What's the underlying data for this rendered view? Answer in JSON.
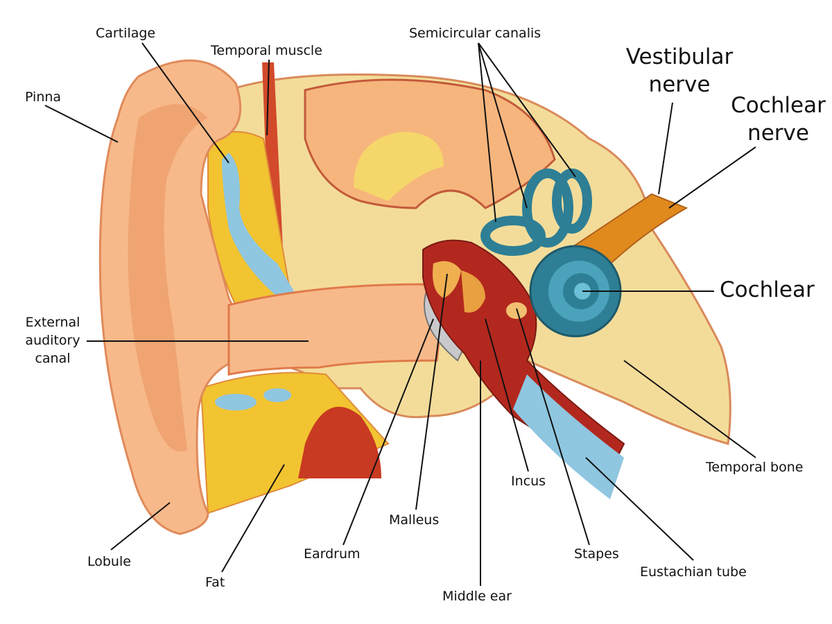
{
  "labels": {
    "cartilage": "Cartilage",
    "temporal_muscle": "Temporal muscle",
    "semicircular": "Semicircular canalis",
    "vestibular_nerve_1": "Vestibular",
    "vestibular_nerve_2": "nerve",
    "cochlear_nerve_1": "Cochlear",
    "cochlear_nerve_2": "nerve",
    "pinna": "Pinna",
    "cochlear": "Cochlear",
    "ext_canal_1": "External",
    "ext_canal_2": "auditory",
    "ext_canal_3": "canal",
    "temporal_bone": "Temporal bone",
    "incus": "Incus",
    "malleus": "Malleus",
    "eardrum": "Eardrum",
    "stapes": "Stapes",
    "eustachian": "Eustachian tube",
    "middle_ear": "Middle ear",
    "lobule": "Lobule",
    "fat": "Fat"
  },
  "colors": {
    "skin": "#f7b98a",
    "bone": "#f3dc9a",
    "fat": "#f2c431",
    "middle": "#b3281e",
    "cochlea": "#2e7f95",
    "nerve": "#e08a1e"
  }
}
